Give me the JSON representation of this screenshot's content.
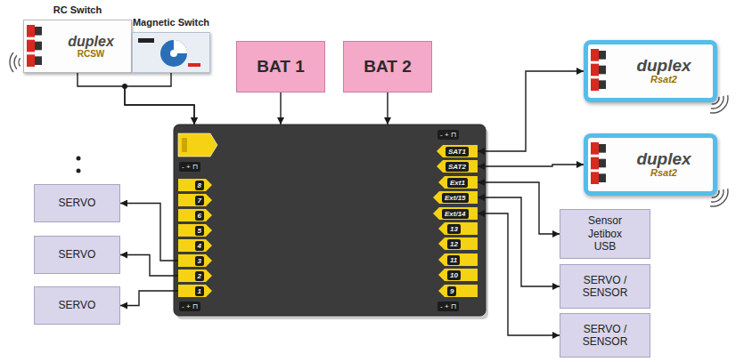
{
  "diagram": {
    "nodes": [
      {
        "text": [
          "RC Switch",
          "duplex",
          "RCSW"
        ]
      },
      {
        "text": [
          "Magnetic Switch"
        ]
      },
      {
        "text": [
          "BAT 1"
        ]
      },
      {
        "text": [
          "BAT 2"
        ]
      },
      {
        "text": [
          "- + ⊓",
          "- + ⊓",
          "- + ⊓",
          "- + ⊓"
        ]
      },
      {
        "text": [
          "8"
        ],
        "in": 4
      },
      {
        "text": [
          "7"
        ],
        "in": 4
      },
      {
        "text": [
          "6"
        ],
        "in": 4
      },
      {
        "text": [
          "5"
        ],
        "in": 4
      },
      {
        "text": [
          "4"
        ],
        "in": 4
      },
      {
        "text": [
          "3"
        ],
        "in": 4
      },
      {
        "text": [
          "2"
        ],
        "in": 4
      },
      {
        "text": [
          "1"
        ],
        "in": 4
      },
      {
        "text": [
          "SAT1"
        ],
        "in": 4
      },
      {
        "text": [
          "SAT2"
        ],
        "in": 4
      },
      {
        "text": [
          "Ext1"
        ],
        "in": 4
      },
      {
        "text": [
          "Ext/15"
        ],
        "in": 4
      },
      {
        "text": [
          "Ext/14"
        ],
        "in": 4
      },
      {
        "text": [
          "13"
        ],
        "in": 4
      },
      {
        "text": [
          "12"
        ],
        "in": 4
      },
      {
        "text": [
          "11"
        ],
        "in": 4
      },
      {
        "text": [
          "10"
        ],
        "in": 4
      },
      {
        "text": [
          "9"
        ],
        "in": 4
      },
      {
        "text": [
          "duplex",
          "Rsat2"
        ]
      },
      {
        "text": [
          "duplex",
          "Rsat2"
        ]
      },
      {
        "text": [
          "Sensor Jetibox USB"
        ]
      },
      {
        "text": [
          "SERVO / SENSOR"
        ]
      },
      {
        "text": [
          "SERVO / SENSOR"
        ]
      },
      {
        "text": [
          "SERVO"
        ]
      },
      {
        "text": [
          "SERVO"
        ]
      },
      {
        "text": [
          "SERVO"
        ]
      }
    ],
    "edges": [
      {
        "from": 0,
        "to": 4,
        "arrow": "to"
      },
      {
        "from": 1,
        "to": 4,
        "arrow": "to"
      },
      {
        "from": 2,
        "to": 4,
        "arrow": "to"
      },
      {
        "from": 3,
        "to": 4,
        "arrow": "to"
      },
      {
        "from": 10,
        "to": 28,
        "arrow": "to"
      },
      {
        "from": 11,
        "to": 29,
        "arrow": "to"
      },
      {
        "from": 12,
        "to": 30,
        "arrow": "to"
      },
      {
        "from": 13,
        "to": 23,
        "arrow": "both"
      },
      {
        "from": 14,
        "to": 24,
        "arrow": "both"
      },
      {
        "from": 15,
        "to": 25,
        "arrow": "both"
      },
      {
        "from": 16,
        "to": 26,
        "arrow": "both"
      },
      {
        "from": 17,
        "to": 27,
        "arrow": "both"
      }
    ]
  }
}
